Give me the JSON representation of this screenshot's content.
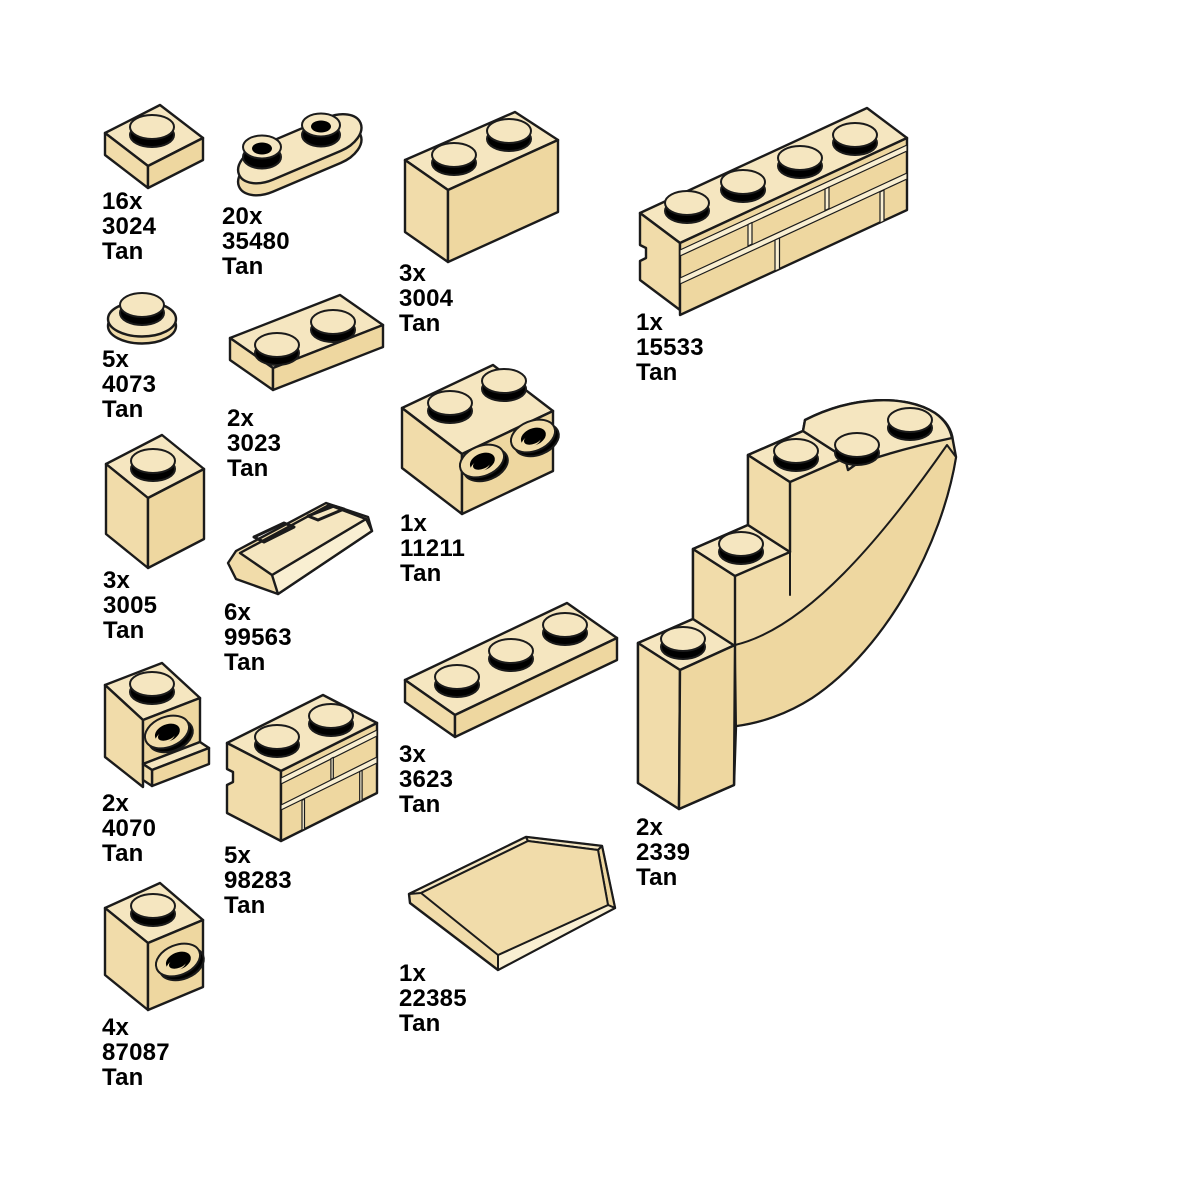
{
  "palette": {
    "background": "#ffffff",
    "tan_body": "#f1dcaa",
    "tan_top": "#f5e6c0",
    "tan_shade": "#eed7a0",
    "tan_highlight": "#f9efd2",
    "outline": "#1b1b1b",
    "stud_shadow": "#000000",
    "label_text": "#000000"
  },
  "parts": [
    {
      "qty": "16x",
      "part": "3024",
      "color": "Tan",
      "shape": "plate-1x1"
    },
    {
      "qty": "20x",
      "part": "35480",
      "color": "Tan",
      "shape": "plate-round-1x2-open-studs"
    },
    {
      "qty": "3x",
      "part": "3004",
      "color": "Tan",
      "shape": "brick-1x2"
    },
    {
      "qty": "1x",
      "part": "15533",
      "color": "Tan",
      "shape": "brick-1x4-masonry-profile"
    },
    {
      "qty": "5x",
      "part": "4073",
      "color": "Tan",
      "shape": "plate-round-1x1"
    },
    {
      "qty": "2x",
      "part": "3023",
      "color": "Tan",
      "shape": "plate-1x2"
    },
    {
      "qty": "1x",
      "part": "11211",
      "color": "Tan",
      "shape": "brick-1x2-two-studs-on-side"
    },
    {
      "qty": "3x",
      "part": "3005",
      "color": "Tan",
      "shape": "brick-1x1"
    },
    {
      "qty": "6x",
      "part": "99563",
      "color": "Tan",
      "shape": "minifig-ingot"
    },
    {
      "qty": "3x",
      "part": "3623",
      "color": "Tan",
      "shape": "plate-1x3"
    },
    {
      "qty": "2x",
      "part": "4070",
      "color": "Tan",
      "shape": "brick-1x1-headlight"
    },
    {
      "qty": "5x",
      "part": "98283",
      "color": "Tan",
      "shape": "brick-1x2-masonry-profile"
    },
    {
      "qty": "2x",
      "part": "2339",
      "color": "Tan",
      "shape": "arch-1x5x4"
    },
    {
      "qty": "4x",
      "part": "87087",
      "color": "Tan",
      "shape": "brick-1x1-stud-on-side"
    },
    {
      "qty": "1x",
      "part": "22385",
      "color": "Tan",
      "shape": "tile-2x3-pentagonal"
    }
  ]
}
